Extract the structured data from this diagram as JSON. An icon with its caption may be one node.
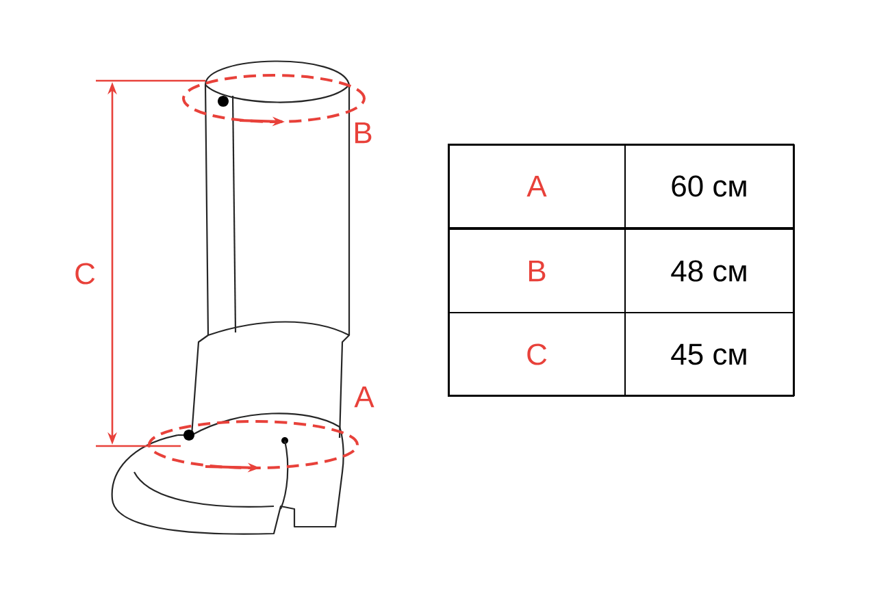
{
  "diagram": {
    "labels": [
      "B",
      "C",
      "A",
      "A",
      "60 см",
      "B",
      "48 см",
      "C",
      "45 см"
    ]
  }
}
